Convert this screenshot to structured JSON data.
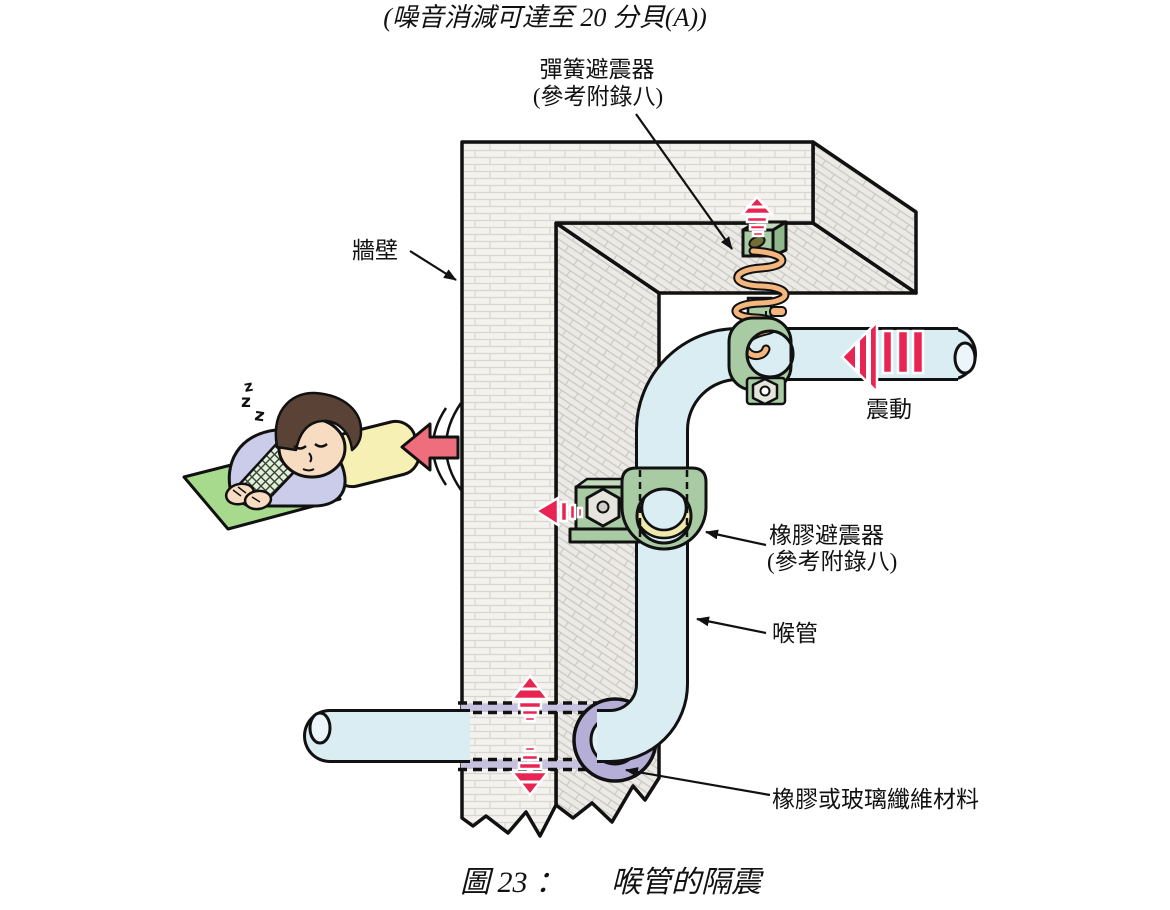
{
  "title": "(噪音消減可達至 20 分貝(A))",
  "figure": {
    "labels": {
      "spring_isolator_line1": "彈簧避震器",
      "spring_isolator_line2": "(參考附錄八)",
      "wall": "牆壁",
      "vibration": "震動",
      "rubber_isolator_line1": "橡膠避震器",
      "rubber_isolator_line2": "(參考附錄八)",
      "pipe": "喉管",
      "sleeve_material": "橡膠或玻璃纖維材料",
      "sleep_z": "z"
    },
    "caption_figure_no": "圖 23 ：",
    "caption_title": "喉管的隔震"
  },
  "colors": {
    "pipe_blue": "#d9edf3",
    "clamp_green": "#a9cba4",
    "spring_orange": "#f4b67c",
    "rubber_yellow": "#f0e9ae",
    "sleeve_purple": "#b5afd8",
    "arrow_red": "#e82552",
    "wall_front": "#f3f2ee",
    "wall_side": "#eceae6"
  }
}
